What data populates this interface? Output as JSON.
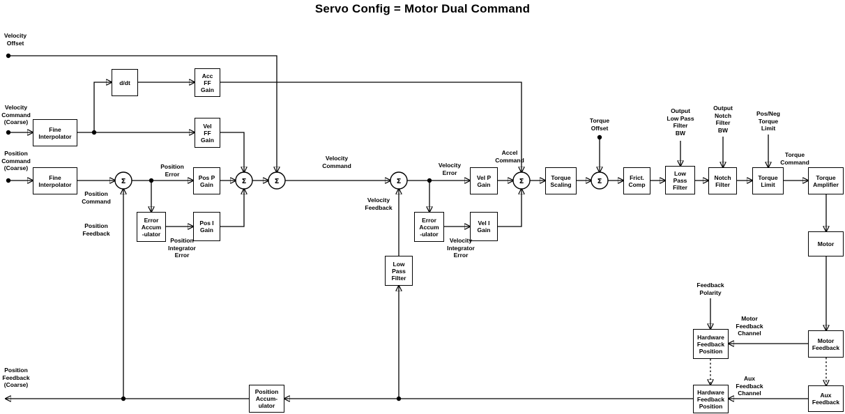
{
  "title": "Servo Config = Motor Dual Command",
  "sum_symbol": "Σ",
  "blocks": {
    "fine_interp_vel": "Fine\nInterpolator",
    "fine_interp_pos": "Fine\nInterpolator",
    "d_dt": "d/dt",
    "acc_ff_gain": "Acc\nFF\nGain",
    "vel_ff_gain": "Vel\nFF\nGain",
    "pos_p_gain": "Pos P\nGain",
    "pos_error_accum": "Error\nAccum\n-ulator",
    "pos_i_gain": "Pos I\nGain",
    "vel_p_gain": "Vel P\nGain",
    "vel_error_accum": "Error\nAccum\n-ulator",
    "vel_i_gain": "Vel I\nGain",
    "torque_scaling": "Torque\nScaling",
    "frict_comp": "Frict.\nComp",
    "output_low_pass_filter": "Low\nPass\nFilter",
    "notch_filter": "Notch\nFilter",
    "torque_limit": "Torque\nLimit",
    "torque_amplifier": "Torque\nAmplifier",
    "motor": "Motor",
    "motor_feedback": "Motor\nFeedback",
    "aux_feedback": "Aux\nFeedback",
    "hw_feedback_pos_motor": "Hardware\nFeedback\nPosition",
    "hw_feedback_pos_aux": "Hardware\nFeedback\nPosition",
    "feedback_low_pass_filter": "Low\nPass\nFilter",
    "position_accumulator": "Position\nAccum-\nulator"
  },
  "labels": {
    "velocity_offset": "Velocity\nOffset",
    "velocity_command_coarse": "Velocity\nCommand\n(Coarse)",
    "position_command_coarse": "Position\nCommand\n(Coarse)",
    "position_command": "Position\nCommand",
    "position_feedback": "Position\nFeedback",
    "position_error": "Position\nError",
    "position_integrator_error": "Position\nIntegrator\nError",
    "velocity_command": "Velocity\nCommand",
    "velocity_feedback": "Velocity\nFeedback",
    "velocity_error": "Velocity\nError",
    "velocity_integrator_error": "Velocity\nIntegrator\nError",
    "accel_command": "Accel\nCommand",
    "torque_offset": "Torque\nOffset",
    "output_lpf_bw": "Output\nLow Pass\nFilter\nBW",
    "output_notch_bw": "Output\nNotch\nFilter\nBW",
    "pos_neg_torque_limit": "Pos/Neg\nTorque\nLimit",
    "torque_command": "Torque\nCommand",
    "feedback_polarity": "Feedback\nPolarity",
    "motor_feedback_channel": "Motor\nFeedback\nChannel",
    "aux_feedback_channel": "Aux\nFeedback\nChannel",
    "position_feedback_coarse": "Position\nFeedback\n(Coarse)"
  }
}
